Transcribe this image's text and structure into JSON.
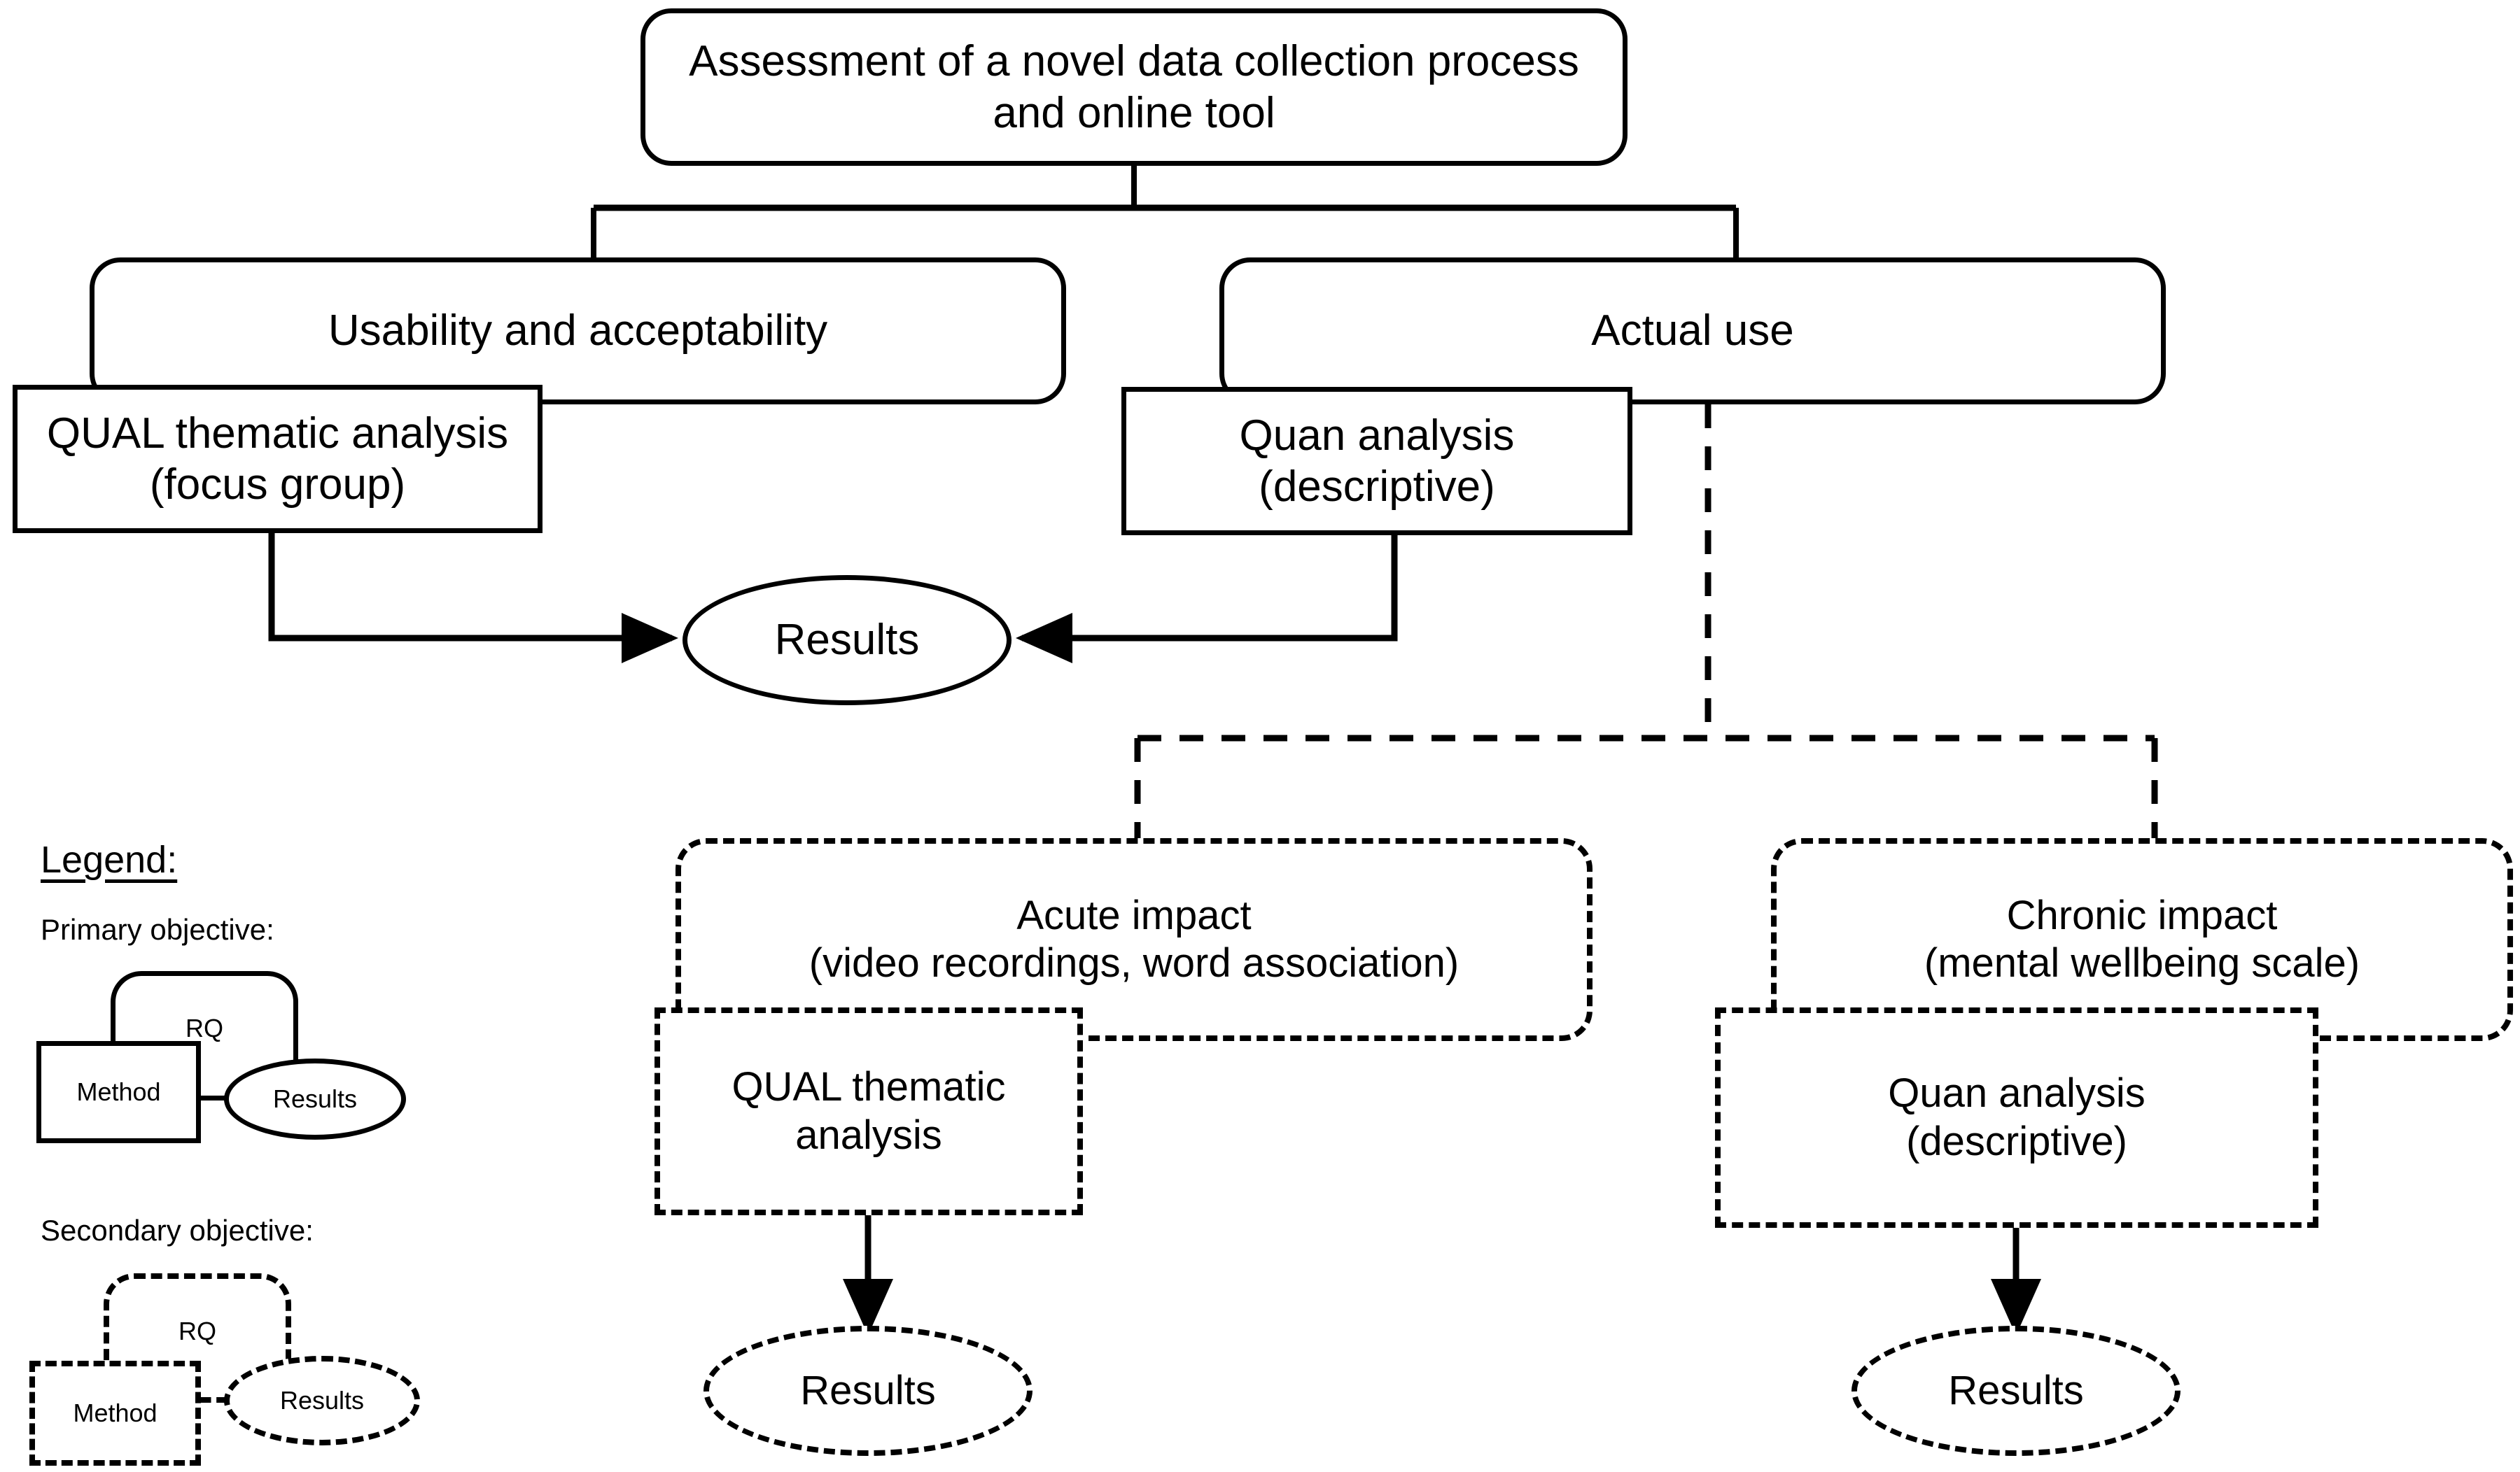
{
  "diagram": {
    "title_node": {
      "label": "Assessment of a novel data collection process\nand online tool"
    },
    "primary": {
      "rq_usability": {
        "label": "Usability and acceptability"
      },
      "rq_actual_use": {
        "label": "Actual use"
      },
      "method_qual": {
        "label": "QUAL thematic analysis\n(focus group)"
      },
      "method_quan": {
        "label": "Quan analysis\n(descriptive)"
      },
      "results": {
        "label": "Results"
      }
    },
    "secondary": {
      "rq_acute": {
        "label": "Acute impact\n(video recordings, word association)"
      },
      "rq_chronic": {
        "label": "Chronic impact\n(mental wellbeing scale)"
      },
      "method_acute": {
        "label": "QUAL thematic\nanalysis"
      },
      "method_chronic": {
        "label": "Quan analysis\n(descriptive)"
      },
      "results_acute": {
        "label": "Results"
      },
      "results_chronic": {
        "label": "Results"
      }
    }
  },
  "legend": {
    "title": "Legend:",
    "primary_caption": "Primary objective:",
    "secondary_caption": "Secondary objective:",
    "primary": {
      "rq": "RQ",
      "method": "Method",
      "results": "Results"
    },
    "secondary": {
      "rq": "RQ",
      "method": "Method",
      "results": "Results"
    }
  },
  "colors": {
    "stroke": "#000000",
    "background": "#ffffff",
    "text": "#000000"
  }
}
